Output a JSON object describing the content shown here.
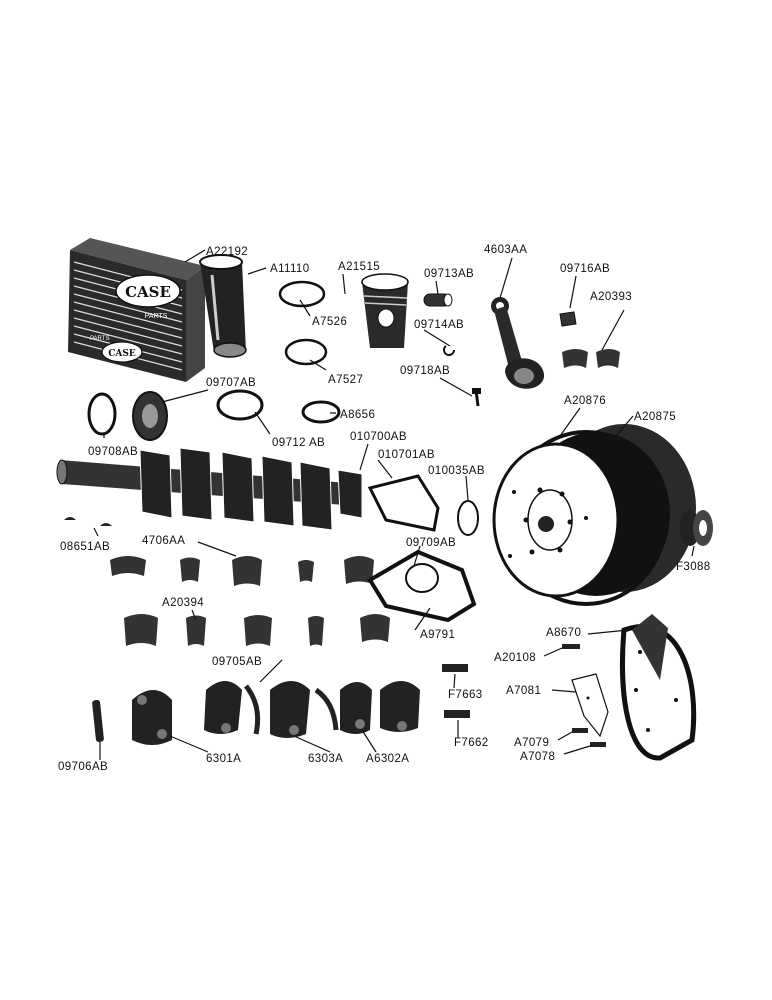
{
  "box_logo": "CASE",
  "box_text": "PARTS",
  "box_logo_small": "CASE",
  "box_text_small": "PARTS",
  "labels": {
    "A22192": "A22192",
    "A11110": "A11110",
    "A21515": "A21515",
    "09713AB": "09713AB",
    "4603AA": "4603AA",
    "09716AB": "09716AB",
    "A20393": "A20393",
    "A7526": "A7526",
    "09714AB": "09714AB",
    "A7527": "A7527",
    "09718AB": "09718AB",
    "09707AB": "09707AB",
    "A8656": "A8656",
    "A20876": "A20876",
    "A20875": "A20875",
    "09708AB": "09708AB",
    "09712AB": "09712 AB",
    "010700AB": "010700AB",
    "010701AB": "010701AB",
    "010035AB": "010035AB",
    "08651AB": "08651AB",
    "4706AA": "4706AA",
    "09709AB": "09709AB",
    "F3088": "F3088",
    "A20394": "A20394",
    "A9791": "A9791",
    "A8670": "A8670",
    "09705AB": "09705AB",
    "A20108": "A20108",
    "F7663": "F7663",
    "A7081": "A7081",
    "F7662": "F7662",
    "A7079": "A7079",
    "A7078": "A7078",
    "09706AB": "09706AB",
    "6301A": "6301A",
    "6303A": "6303A",
    "A6302A": "A6302A"
  }
}
